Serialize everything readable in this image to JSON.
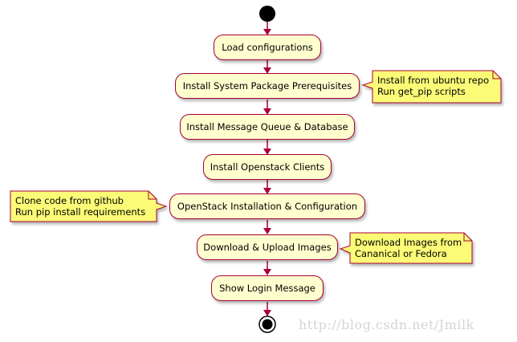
{
  "diagram": {
    "steps": [
      {
        "id": "load",
        "label": "Load configurations"
      },
      {
        "id": "sysprereq",
        "label": "Install System Package Prerequisites"
      },
      {
        "id": "mqdb",
        "label": "Install Message Queue & Database"
      },
      {
        "id": "clients",
        "label": "Install Openstack Clients"
      },
      {
        "id": "openstack",
        "label": "OpenStack Installation & Configuration"
      },
      {
        "id": "images",
        "label": "Download & Upload Images"
      },
      {
        "id": "login",
        "label": "Show Login Message"
      }
    ],
    "notes": [
      {
        "id": "note-sysprereq",
        "lines": [
          "Install from ubuntu repo",
          "Run get_pip scripts"
        ]
      },
      {
        "id": "note-openstack",
        "lines": [
          "Clone code from github",
          "Run pip install requirements"
        ]
      },
      {
        "id": "note-images",
        "lines": [
          "Download Images from",
          "Cananical or Fedora"
        ]
      }
    ]
  },
  "colors": {
    "node_fill": "#fefece",
    "node_border": "#a80036",
    "note_fill": "#fbfb77",
    "note_border": "#a80036",
    "arrow": "#a80036",
    "start_end": "#000000"
  },
  "watermark": "http://blog.csdn.net/Jmilk"
}
